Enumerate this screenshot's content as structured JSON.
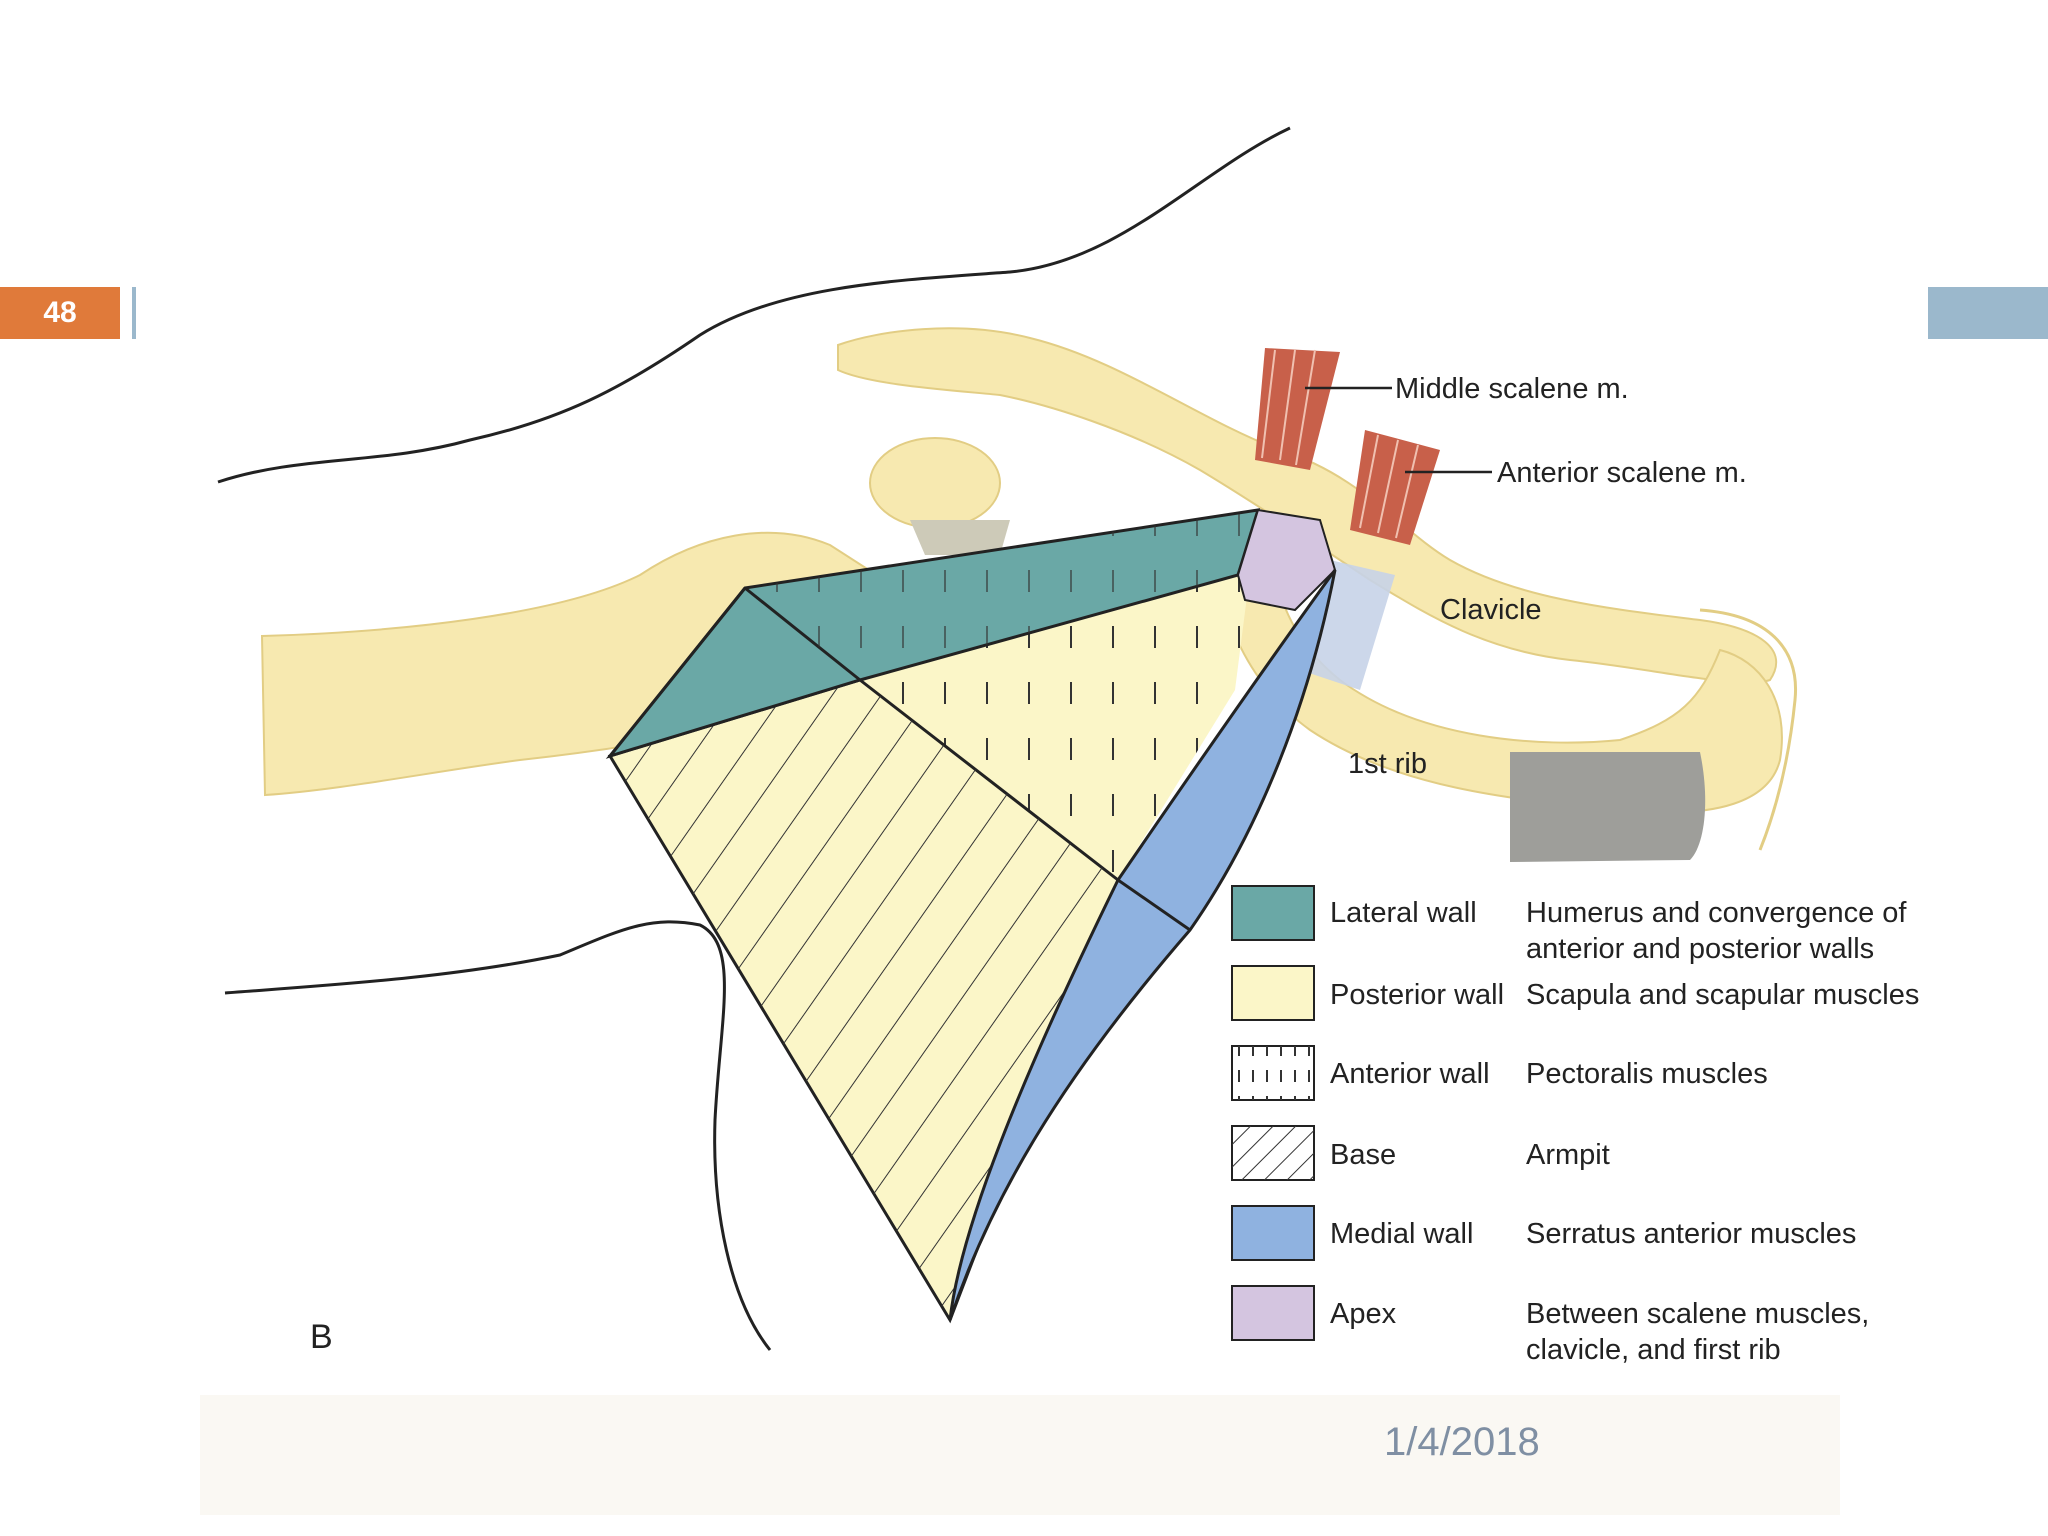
{
  "slide": {
    "number": "48",
    "date": "1/4/2018"
  },
  "figure": {
    "panel_letter": "B",
    "labels": {
      "middle_scalene": "Middle scalene m.",
      "anterior_scalene": "Anterior scalene m.",
      "clavicle": "Clavicle",
      "first_rib": "1st rib"
    },
    "legend": [
      {
        "name": "Lateral wall",
        "desc1": "Humerus and convergence of",
        "desc2": "anterior and posterior walls",
        "color": "#6aa8a6"
      },
      {
        "name": "Posterior wall",
        "desc1": "Scapula and scapular muscles",
        "desc2": "",
        "color": "#fbf6c8"
      },
      {
        "name": "Anterior wall",
        "desc1": "Pectoralis muscles",
        "desc2": "",
        "color": "#ffffff"
      },
      {
        "name": "Base",
        "desc1": "Armpit",
        "desc2": "",
        "color": "#ffffff"
      },
      {
        "name": "Medial wall",
        "desc1": "Serratus anterior muscles",
        "desc2": "",
        "color": "#8fb2e0"
      },
      {
        "name": "Apex",
        "desc1": "Between scalene muscles,",
        "desc2": "clavicle, and first rib",
        "color": "#d4c5e0"
      }
    ]
  },
  "colors": {
    "accent_orange": "#e07a3a",
    "accent_blue": "#9bb8cc",
    "bone": "#f7e9b0"
  }
}
